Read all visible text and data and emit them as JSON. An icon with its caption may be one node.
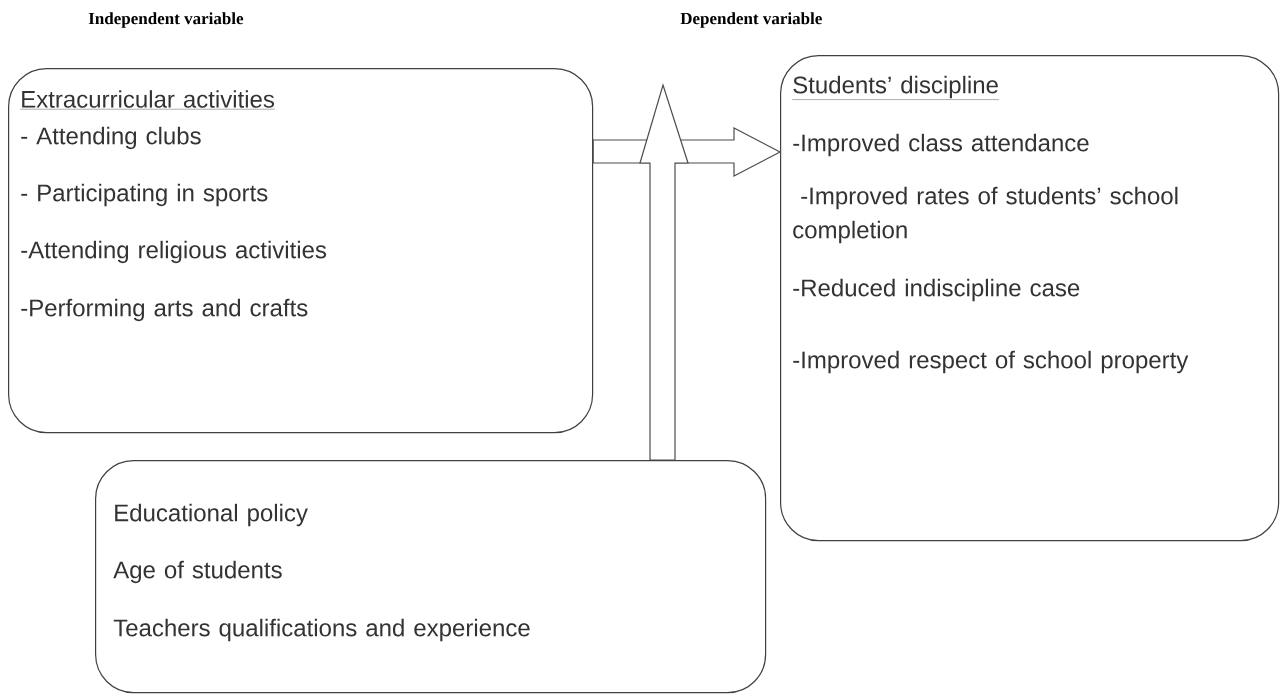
{
  "diagram": {
    "nodes": [
      {
        "text": [
          "Extracurricular activities",
          "- Attending clubs",
          "- Participating in sports",
          "-Attending religious activities",
          "-Performing arts and crafts"
        ]
      },
      {
        "text": [
          "Students’ discipline",
          "-Improved class attendance",
          " -Improved rates of students’ school completion",
          "-Reduced indiscipline case",
          "-Improved respect of school property"
        ]
      },
      {
        "text": [
          "Educational policy",
          "Age of students",
          "Teachers qualifications and experience"
        ]
      }
    ],
    "edges": [
      {
        "from": 0,
        "to": 1,
        "arrow": "to"
      },
      {
        "from": 2,
        "to": null,
        "arrow": "to"
      }
    ],
    "labels": [
      "Independent variable",
      "Dependent variable"
    ]
  }
}
